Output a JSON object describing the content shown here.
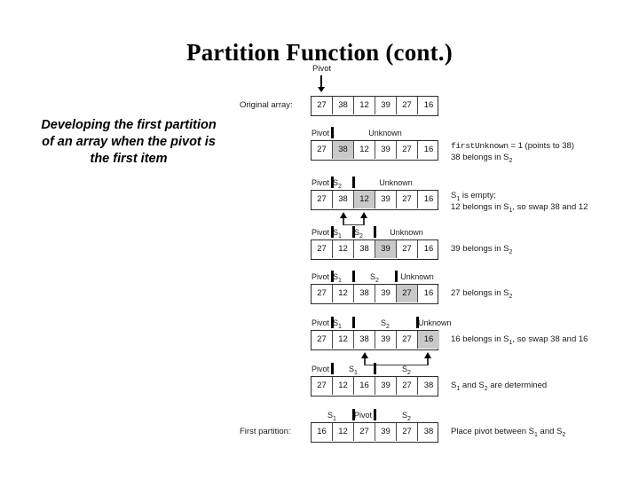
{
  "slide": {
    "title": "Partition Function (cont.)",
    "caption": "Developing the first partition of an array when the pivot is the first item"
  },
  "figure": {
    "pivot_caption": "Pivot",
    "row_label_original": "Original array:",
    "row_label_first_partition": "First partition:",
    "labels": {
      "pivot": "Pivot",
      "unknown": "Unknown",
      "s1": "S",
      "s1_sub": "1",
      "s2": "S",
      "s2_sub": "2"
    },
    "rows": [
      {
        "id": "original-array",
        "row_label": "Original array:",
        "values": [
          "27",
          "38",
          "12",
          "39",
          "27",
          "16"
        ],
        "shaded_index": null,
        "segments": [],
        "note_line1": "",
        "note_line2": "",
        "swap": null
      },
      {
        "id": "step-1",
        "row_label": "",
        "values": [
          "27",
          "38",
          "12",
          "39",
          "27",
          "16"
        ],
        "shaded_index": 1,
        "segments": [
          {
            "text": "Pivot",
            "start": 0,
            "span": 1,
            "align": "left"
          },
          {
            "text": "Unknown",
            "start": 1,
            "span": 5,
            "align": "center"
          }
        ],
        "dividers": [
          1
        ],
        "note_line1": "firstUnknown = 1 (points to 38)",
        "note_mono": "firstUnknown",
        "note_line2": "38 belongs in S2",
        "swap": null
      },
      {
        "id": "step-2",
        "row_label": "",
        "values": [
          "27",
          "38",
          "12",
          "39",
          "27",
          "16"
        ],
        "shaded_index": 2,
        "segments": [
          {
            "text": "Pivot",
            "start": 0,
            "span": 1,
            "align": "left"
          },
          {
            "text": "S2",
            "start": 1,
            "span": 1,
            "align": "left"
          },
          {
            "text": "Unknown",
            "start": 2,
            "span": 4,
            "align": "center"
          }
        ],
        "dividers": [
          1,
          2
        ],
        "note_line1": "S1 is empty;",
        "note_line2": "12 belongs in S1, so swap 38 and 12",
        "swap": {
          "from": 1,
          "to": 2
        }
      },
      {
        "id": "step-3",
        "row_label": "",
        "values": [
          "27",
          "12",
          "38",
          "39",
          "27",
          "16"
        ],
        "shaded_index": 3,
        "segments": [
          {
            "text": "Pivot",
            "start": 0,
            "span": 1,
            "align": "left"
          },
          {
            "text": "S1",
            "start": 1,
            "span": 1,
            "align": "left"
          },
          {
            "text": "S2",
            "start": 2,
            "span": 1,
            "align": "left"
          },
          {
            "text": "Unknown",
            "start": 3,
            "span": 3,
            "align": "center"
          }
        ],
        "dividers": [
          1,
          2,
          3
        ],
        "note_line1": "39 belongs in S2",
        "note_line2": "",
        "swap": null
      },
      {
        "id": "step-4",
        "row_label": "",
        "values": [
          "27",
          "12",
          "38",
          "39",
          "27",
          "16"
        ],
        "shaded_index": 4,
        "segments": [
          {
            "text": "Pivot",
            "start": 0,
            "span": 1,
            "align": "left"
          },
          {
            "text": "S1",
            "start": 1,
            "span": 1,
            "align": "left"
          },
          {
            "text": "S2",
            "start": 2,
            "span": 2,
            "align": "center"
          },
          {
            "text": "Unknown",
            "start": 4,
            "span": 2,
            "align": "center"
          }
        ],
        "dividers": [
          1,
          2,
          4
        ],
        "note_line1": "27 belongs in S2",
        "note_line2": "",
        "swap": null
      },
      {
        "id": "step-5",
        "row_label": "",
        "values": [
          "27",
          "12",
          "38",
          "39",
          "27",
          "16"
        ],
        "shaded_index": 5,
        "segments": [
          {
            "text": "Pivot",
            "start": 0,
            "span": 1,
            "align": "left"
          },
          {
            "text": "S1",
            "start": 1,
            "span": 1,
            "align": "left"
          },
          {
            "text": "S2",
            "start": 2,
            "span": 3,
            "align": "center"
          },
          {
            "text": "Unknown",
            "start": 5,
            "span": 1,
            "align": "left"
          }
        ],
        "dividers": [
          1,
          2,
          5
        ],
        "note_line1": "16 belongs in S1, so swap 38 and 16",
        "note_line2": "",
        "swap": {
          "from": 2,
          "to": 5
        }
      },
      {
        "id": "step-6",
        "row_label": "",
        "values": [
          "27",
          "12",
          "16",
          "39",
          "27",
          "38"
        ],
        "shaded_index": null,
        "segments": [
          {
            "text": "Pivot",
            "start": 0,
            "span": 1,
            "align": "left"
          },
          {
            "text": "S1",
            "start": 1,
            "span": 2,
            "align": "center"
          },
          {
            "text": "S2",
            "start": 3,
            "span": 3,
            "align": "center"
          }
        ],
        "dividers": [
          1,
          3
        ],
        "note_line1": "S1 and S2 are determined",
        "note_line2": "",
        "swap": null
      },
      {
        "id": "first-partition",
        "row_label": "First partition:",
        "values": [
          "16",
          "12",
          "27",
          "39",
          "27",
          "38"
        ],
        "shaded_index": null,
        "segments": [
          {
            "text": "S1",
            "start": 0,
            "span": 2,
            "align": "center"
          },
          {
            "text": "Pivot",
            "start": 2,
            "span": 1,
            "align": "left"
          },
          {
            "text": "S2",
            "start": 3,
            "span": 3,
            "align": "center"
          }
        ],
        "dividers": [
          2,
          3
        ],
        "note_line1": "Place pivot between S1 and S2",
        "note_line2": "",
        "swap": null
      }
    ]
  }
}
